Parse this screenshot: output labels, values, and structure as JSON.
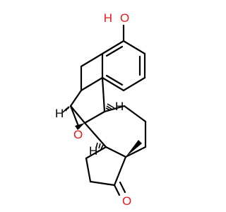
{
  "molecule": {
    "atoms": {
      "hydroxyl_o": {
        "label": "O",
        "color": "#e8191a"
      },
      "hydroxyl_h": {
        "label": "H",
        "color": "#e8191a"
      },
      "epoxide_o": {
        "label": "O",
        "color": "#e8191a"
      },
      "ketone_o": {
        "label": "O",
        "color": "#e8191a"
      },
      "stereo_h_c6": {
        "label": "H",
        "color": "#000000"
      },
      "stereo_h_c9": {
        "label": "H",
        "color": "#000000"
      },
      "stereo_h_c14": {
        "label": "H",
        "color": "#000000"
      }
    },
    "bond_color": "#000000",
    "heteroatom_color": "#e8191a"
  }
}
